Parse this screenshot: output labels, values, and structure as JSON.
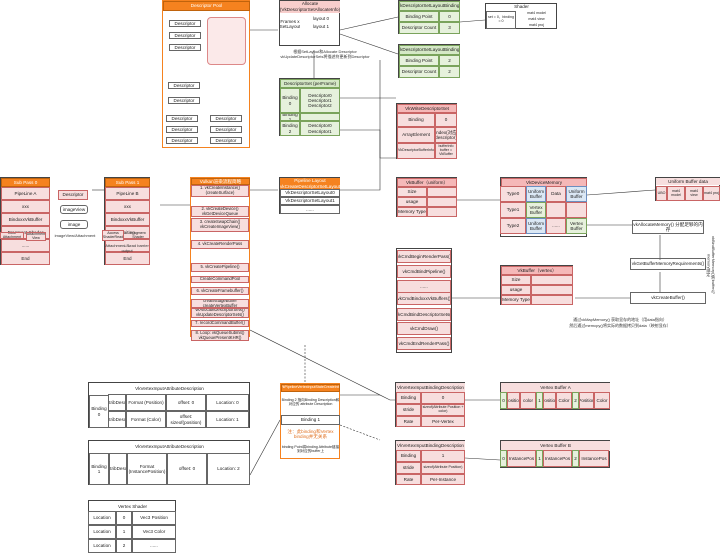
{
  "descriptor_pool": {
    "title": "Descriptor Pool",
    "descriptor": "Descriptor"
  },
  "allocate": {
    "title": "Allocate",
    "subtitle": "(VkDescriptorSetAllocateInfo)",
    "frames_label": "Frames x SetLayout",
    "layouts": [
      "layout 0",
      "layout 1"
    ],
    "note_line1": "根据SetLayout和Allocate Descriptor",
    "note_line2": "vkUpdateDescriptorSets将描述符更新到Descriptor"
  },
  "set_layout_binding0": {
    "title": "VkDescriptorSetLayoutBinding0",
    "rows": [
      [
        "Binding Point",
        "0"
      ],
      [
        "Descriptor Count",
        "3"
      ]
    ]
  },
  "set_layout_binding1": {
    "title": "VkDescriptorSetLayoutBinding1",
    "rows": [
      [
        "Binding Point",
        "2"
      ],
      [
        "Descriptor Count",
        "2"
      ]
    ]
  },
  "shader_small": {
    "title": "Shader",
    "left": "set = 0，binding = 0",
    "lines": [
      "mat4 model",
      "mat4 view",
      "mat4 proj"
    ]
  },
  "descriptor_set": {
    "title": "DescriptorSet (perFrame)",
    "bindings": [
      {
        "label": "Binding 0",
        "values": [
          "Descriptor0",
          "Descriptor1",
          "Descriptor2"
        ]
      },
      {
        "label": "Binding 1",
        "values": [
          ""
        ]
      },
      {
        "label": "Binding 2",
        "values": [
          "Descriptor0",
          "Descriptor1"
        ]
      }
    ]
  },
  "write_descriptor": {
    "title": "VkWriteDescriptorSet",
    "rows": [
      [
        "Binding",
        "0"
      ],
      [
        "ArrayElement",
        "index(对应 descriptor)"
      ],
      [
        "VkDescriptorBufferInfo",
        "bufferInfo buffer = VkBuffer"
      ]
    ]
  },
  "subpass0": {
    "title": "Sub Pass 0",
    "rows": [
      "PipeLine A",
      "xxx",
      "BindxxxVkBuffer",
      "Fragment Shader",
      "......",
      "End"
    ],
    "side": [
      "Color Attachment",
      "Attachment View"
    ]
  },
  "imageview": {
    "descriptor": "Descriptor",
    "imageview": "imageView",
    "image": "image",
    "note": "imageView/Attachment"
  },
  "subpass1": {
    "title": "Sub Pass 1",
    "rows": [
      "PipeLine B",
      "xxx",
      "BindxxxVkBuffer",
      "waiting",
      "......",
      "End"
    ],
    "side": [
      "Access ShaderRead",
      "Fragment Shader"
    ],
    "note": "Attachment Read barrier output"
  },
  "vulkan_flow": {
    "title": "Vulkan渲染流程简略",
    "steps": [
      "1. vkCreateInstance() (createSurface)",
      "2. vkCreateDevice() vkGetDeviceQueue",
      "3. createSwapChain() vkCreateImageView()",
      "4. vkCreateRenderPass",
      "",
      "5. vkCreatePipeline()",
      "CreateCommandPool",
      "6. vkCreateFramebuffer()",
      "createStageBuffer createVertexBuffer",
      "vkAllocateDescriptorSets() vkUpdateDescriptorSets()",
      "7. recordCommandBuffer()",
      "8. Loop: vkQueueSubmit() vkQueuePresentKHR()"
    ]
  },
  "pipeline_layout": {
    "title": "Pipeline Layout",
    "subtitle": "vkCreateDescriptorSetLayout",
    "rows": [
      "VkDescriptorSetLayout0",
      "VkDescriptorSetLayout1",
      "......"
    ]
  },
  "vkbuffer_uniform": {
    "title": "VkBuffer（uniform）",
    "rows": [
      [
        "Size",
        ""
      ],
      [
        "usage",
        ""
      ],
      [
        "Memory Type",
        ""
      ]
    ]
  },
  "device_memory": {
    "title": "VkDeviceMemory",
    "rows": [
      {
        "type": "Type0",
        "cells": [
          "Uniform Buffer",
          "Data",
          "Uniform Buffer"
        ]
      },
      {
        "type": "Type1",
        "cells": [
          "Vertex Buffer",
          "",
          ""
        ]
      },
      {
        "type": "Type2",
        "cells": [
          "Uniform Buffer",
          "......",
          "Vertex Buffer"
        ]
      }
    ]
  },
  "uniform_data": {
    "title": "Uniform Buffer data",
    "cells": [
      "UBO",
      "mat4 model",
      "mat4 view",
      "mat4 proj"
    ]
  },
  "cmds": {
    "items": [
      "vkCmdBeginRenderPass()",
      "vkCmdBindPipeline()",
      "......",
      "vkCmdBindxxxVkBuffers()",
      "vkCmdBindDescriptorSets()",
      "vkCmdDraw()",
      "vkCmdEndRenderPass()"
    ]
  },
  "vkbuffer_vertex": {
    "title": "VkBuffer（vertex）",
    "rows": [
      [
        "Size",
        ""
      ],
      [
        "usage",
        ""
      ],
      [
        "Memory Type",
        ""
      ]
    ]
  },
  "alloc_chain": {
    "allocate": "vkAllocateMemory() 分配足够的内存",
    "requirements": "vkGetBufferMemoryRequirements()",
    "create": "vkCreateBuffer()",
    "side_note": "vkBindBufferMemory()将buffer与memory绑定",
    "map_note_line1": "通过vkMapMemory() 获取显存的地址（用data指向）",
    "map_note_line2": "然后通过memcpy()将实际的数据拷贝到data（映射显存）"
  },
  "attr_desc0": {
    "title": "VkVertexInputAttributeDescription",
    "binding": "Binding 0",
    "attrs": [
      [
        "attribDesc0",
        "Format (Position)",
        "offset: 0",
        "Location: 0"
      ],
      [
        "attribDesc1",
        "Format (Color)",
        "offset: sizeof(position)",
        "Location: 1"
      ]
    ]
  },
  "attr_desc1": {
    "title": "VkVertexInputAttributeDescription",
    "binding": "Binding 1",
    "attrs": [
      [
        "attribDesc0",
        "Format (InstancePosition)",
        "offset: 0",
        "Location: 2"
      ]
    ]
  },
  "vertex_shader": {
    "title": "Vertex Shader",
    "rows": [
      [
        "Location",
        "0",
        "Vec3 Position"
      ],
      [
        "Location",
        "1",
        "Vec3 Color"
      ],
      [
        "Location",
        "2",
        "......"
      ]
    ]
  },
  "vertex_input_state": {
    "title": "VkPipelineVertexInputStateCreateInfo",
    "desc_line": "Binding 2 指向Binding Description和对应的 attribute Description",
    "binding1": "Binding 1",
    "hint": "注：此binding和Vertex binding并无关系",
    "note": "binding Point将binding Attribute链接到对应的buffer上"
  },
  "binding_desc0": {
    "title": "VkVertexInputBindingDescription",
    "rows": [
      [
        "Binding",
        "0"
      ],
      [
        "stride",
        "sizeof(Attribute Position + color)"
      ],
      [
        "Rate",
        "Per-Vertex"
      ]
    ]
  },
  "binding_desc1": {
    "title": "VkVertexInputBindingDescription",
    "rows": [
      [
        "Binding",
        "1"
      ],
      [
        "stride",
        "sizeof(Attribute Position)"
      ],
      [
        "Rate",
        "Per-Instance"
      ]
    ]
  },
  "vertex_buffer_a": {
    "title": "Vertex Buffer A",
    "cells": [
      "0",
      "position",
      "color",
      "1",
      "Position",
      "Color",
      "2",
      "Position",
      "Color"
    ]
  },
  "vertex_buffer_b": {
    "title": "Vertex Buffer B",
    "cells": [
      "0",
      "InstancePos",
      "1",
      "InstancePos",
      "2",
      "InstancePos"
    ]
  },
  "colors": {
    "orange": "#f5821f",
    "red": "#f7dede",
    "green": "#e6f1dc",
    "blue": "#dbe8f5",
    "pink": "#f8cecc"
  }
}
